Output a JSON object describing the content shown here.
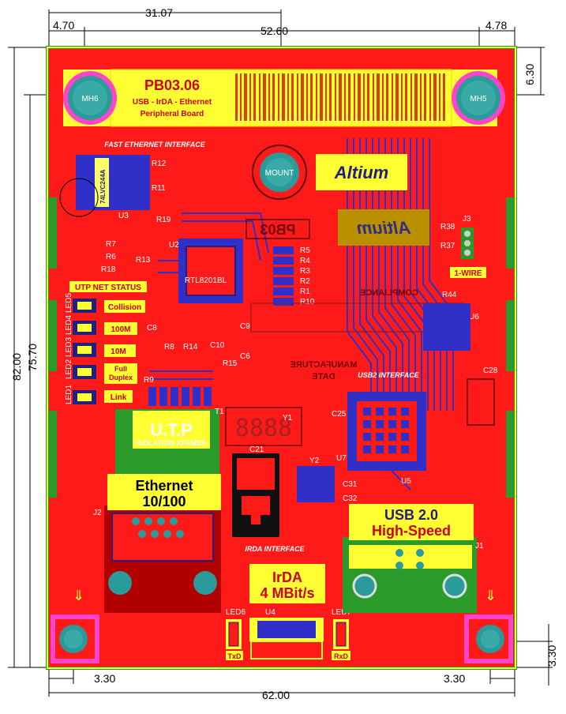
{
  "dimensions": {
    "top_a": "31.07",
    "top_b": "4.70",
    "top_c": "52.60",
    "top_d": "4.78",
    "right_a": "6.30",
    "right_b": "3.30",
    "left_a": "82.00",
    "left_b": "75.70",
    "bottom_a": "3.30",
    "bottom_b": "3.30",
    "bottom_c": "62.00"
  },
  "title_block": {
    "title": "PB03.06",
    "line1": "USB - IrDA - Ethernet",
    "line2": "Peripheral Board"
  },
  "mounting": {
    "mh6": "MH6",
    "mh5": "MH5",
    "mount": "MOUNT"
  },
  "logos": {
    "altium": "Altium",
    "altium_mirror": "Altium",
    "pb03": "PB03"
  },
  "sections": {
    "fast_ethernet": "FAST ETHERNET INTERFACE",
    "utp_status": "UTP NET STATUS",
    "usb2": "USB2 INTERFACE",
    "irda": "IRDA INTERFACE",
    "compliance": "COMPLIANCE",
    "manufacture": "MANUFACTURE",
    "date": "DATE"
  },
  "status_leds": [
    {
      "led": "LED5",
      "label": "Collision"
    },
    {
      "led": "LED4",
      "label": "100M"
    },
    {
      "led": "LED3",
      "label": "10M"
    },
    {
      "led": "LED2",
      "label": "Full Duplex"
    },
    {
      "led": "LED1",
      "label": "Link"
    }
  ],
  "blocks": {
    "utp": "U.T.P",
    "isolation": "ISOLATION XFRMER",
    "ethernet1": "Ethernet",
    "ethernet2": "10/100",
    "usb1": "USB 2.0",
    "usb2": "High-Speed",
    "irda1": "IrDA",
    "irda2": "4 MBit/s",
    "one_wire": "1-WIRE",
    "txd": "TxD",
    "rxd": "RxD"
  },
  "refdes": {
    "u2": "U2",
    "u3": "U3",
    "u4": "U4",
    "u5": "U5",
    "u6": "U6",
    "u7": "U7",
    "j1": "J1",
    "j2": "J2",
    "j3": "J3",
    "t1": "T1",
    "y1": "Y1",
    "y2": "Y2",
    "r12": "R12",
    "r11": "R11",
    "r19": "R19",
    "r7": "R7",
    "r6": "R6",
    "r13": "R13",
    "r18": "R18",
    "r5": "R5",
    "r4": "R4",
    "r3": "R3",
    "r2": "R2",
    "r1": "R1",
    "r10": "R10",
    "r8": "R8",
    "r14": "R14",
    "r15": "R15",
    "r9": "R9",
    "r38": "R38",
    "r37": "R37",
    "r44": "R44",
    "c8": "C8",
    "c9": "C9",
    "c6": "C6",
    "c10": "C10",
    "c21": "C21",
    "c25": "C25",
    "c31": "C31",
    "c32": "C32",
    "c28": "C28",
    "led6": "LED6",
    "led7": "LED7",
    "rtl": "RTL8201BL",
    "uvc": "74LVC244A"
  }
}
